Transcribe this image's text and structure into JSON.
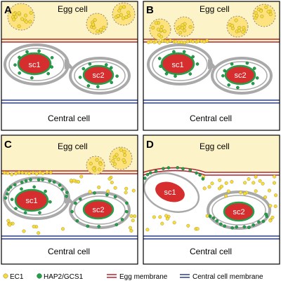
{
  "panels": [
    {
      "letter": "A",
      "egg_label": "Egg cell",
      "central_label": "Central cell",
      "sc1": "sc1",
      "sc2": "sc2"
    },
    {
      "letter": "B",
      "egg_label": "Egg cell",
      "central_label": "Central cell",
      "sc1": "sc1",
      "sc2": "sc2"
    },
    {
      "letter": "C",
      "egg_label": "Egg cell",
      "central_label": "Central cell",
      "sc1": "sc1",
      "sc2": "sc2"
    },
    {
      "letter": "D",
      "egg_label": "Egg cell",
      "central_label": "Central cell",
      "sc1": "sc1",
      "sc2": "sc2"
    }
  ],
  "legend": {
    "ec1": "EC1",
    "hap2": "HAP2/GCS1",
    "egg_membrane": "Egg membrane",
    "central_membrane": "Central cell membrane"
  },
  "colors": {
    "egg_cytoplasm": "#fdf3c8",
    "vesicle_fill": "#fde27e",
    "ec1": "#f6dc3c",
    "hap2": "#22a04a",
    "nucleus": "#d62e2e",
    "egg_membrane": "#b3262c",
    "central_membrane": "#2a3f8c",
    "sperm_membrane": "#a9a9a9"
  },
  "icons": {
    "ec1": "yellow-dot-icon",
    "hap2": "green-dot-icon",
    "egg_membrane": "red-double-line-icon",
    "central_membrane": "blue-double-line-icon"
  }
}
